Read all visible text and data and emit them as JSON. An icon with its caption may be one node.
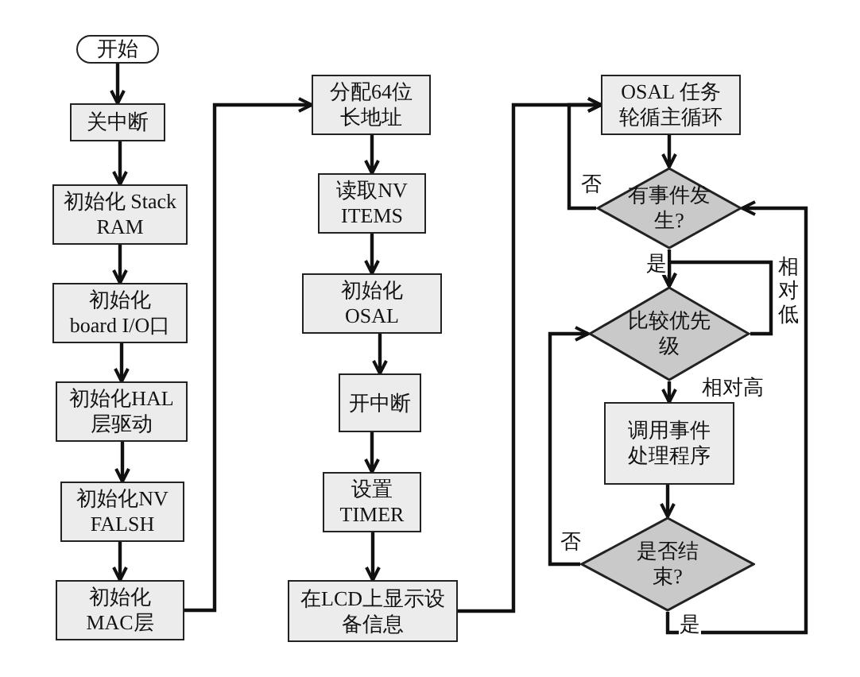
{
  "diagram": {
    "nodes": [
      {
        "text": [
          "开始"
        ]
      },
      {
        "text": [
          "关中断"
        ]
      },
      {
        "text": [
          "初始化 Stack RAM"
        ]
      },
      {
        "text": [
          "初始化 board I/O口"
        ]
      },
      {
        "text": [
          "初始化HAL层驱动"
        ]
      },
      {
        "text": [
          "初始化NV FALSH"
        ]
      },
      {
        "text": [
          "初始化 MAC层"
        ]
      },
      {
        "text": [
          "分配64位长地址"
        ]
      },
      {
        "text": [
          "读取NV ITEMS"
        ]
      },
      {
        "text": [
          "初始化 OSAL"
        ]
      },
      {
        "text": [
          "开中断"
        ]
      },
      {
        "text": [
          "设置 TIMER"
        ]
      },
      {
        "text": [
          "在LCD上显示设备信息"
        ]
      },
      {
        "text": [
          "OSAL 任务轮循主循环"
        ]
      },
      {
        "text": [
          "有事件发生?"
        ]
      },
      {
        "text": [
          "比较优先级"
        ]
      },
      {
        "text": [
          "调用事件处理程序"
        ]
      },
      {
        "text": [
          "是否结束?"
        ]
      }
    ],
    "edges": [
      {
        "from": 0,
        "to": 1,
        "arrow": "to"
      },
      {
        "from": 1,
        "to": 2,
        "arrow": "to"
      },
      {
        "from": 2,
        "to": 3,
        "arrow": "to"
      },
      {
        "from": 3,
        "to": 4,
        "arrow": "to"
      },
      {
        "from": 4,
        "to": 5,
        "arrow": "to"
      },
      {
        "from": 5,
        "to": 6,
        "arrow": "to"
      },
      {
        "from": 6,
        "to": 7,
        "arrow": "to"
      },
      {
        "from": 7,
        "to": 8,
        "arrow": "to"
      },
      {
        "from": 8,
        "to": 9,
        "arrow": "to"
      },
      {
        "from": 9,
        "to": 10,
        "arrow": "to"
      },
      {
        "from": 10,
        "to": 11,
        "arrow": "to"
      },
      {
        "from": 11,
        "to": 12,
        "arrow": "to"
      },
      {
        "from": 12,
        "to": 13,
        "arrow": "to"
      },
      {
        "from": 13,
        "to": 14,
        "arrow": "to"
      },
      {
        "from": 14,
        "to": 13,
        "arrow": "to",
        "label": "否"
      },
      {
        "from": 14,
        "to": 15,
        "arrow": "to",
        "label": "是"
      },
      {
        "from": 15,
        "to": 15,
        "arrow": "to",
        "label": "相对低"
      },
      {
        "from": 15,
        "to": 16,
        "arrow": "to",
        "label": "相对高"
      },
      {
        "from": 16,
        "to": 17,
        "arrow": "to"
      },
      {
        "from": 17,
        "to": 15,
        "arrow": "to",
        "label": "否"
      },
      {
        "from": 17,
        "to": 14,
        "arrow": "to",
        "label": "是"
      }
    ]
  }
}
